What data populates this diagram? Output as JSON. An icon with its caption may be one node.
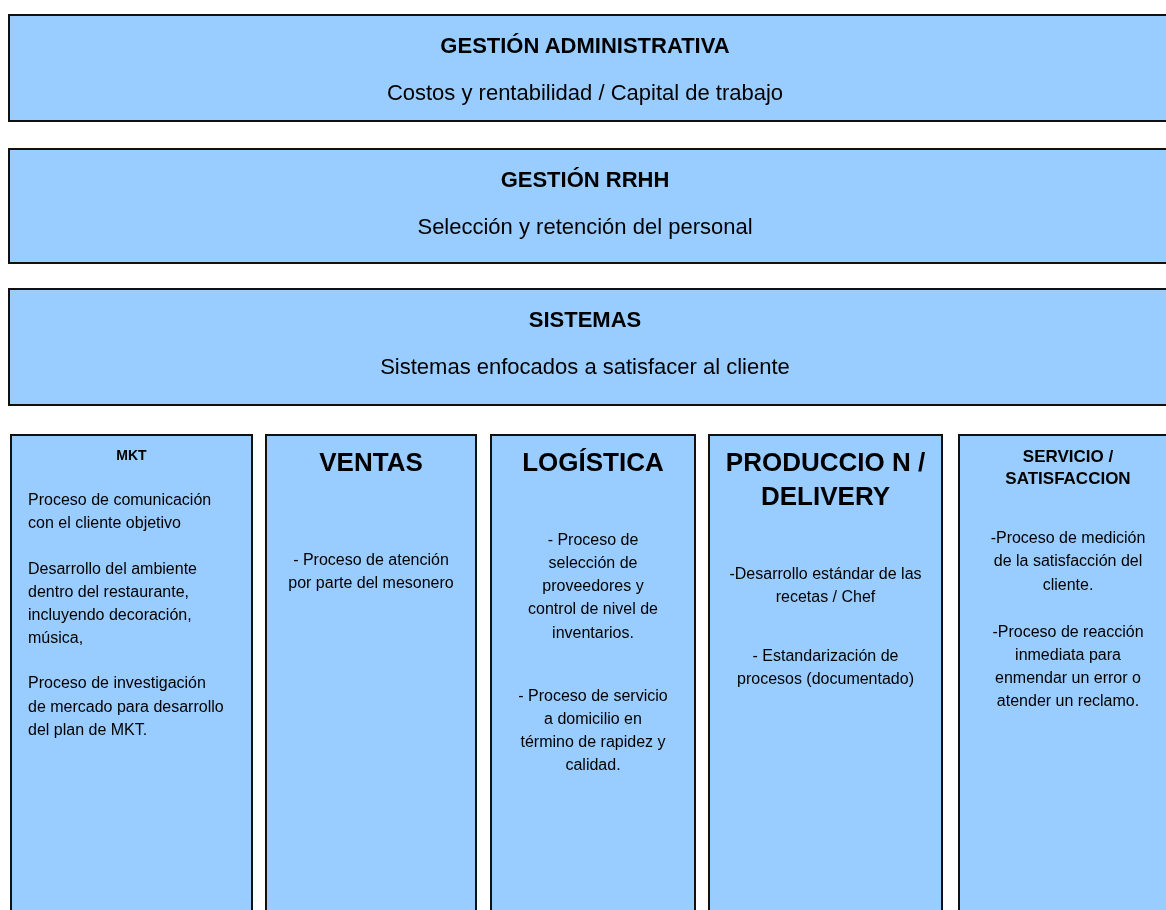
{
  "diagram": {
    "nodes": [
      {
        "text": [
          "GESTIÓN ADMINISTRATIVA",
          "Costos y rentabilidad / Capital de trabajo"
        ]
      },
      {
        "text": [
          "GESTIÓN RRHH",
          "Selección y retención del personal"
        ]
      },
      {
        "text": [
          "SISTEMAS",
          "Sistemas enfocados a satisfacer al cliente"
        ]
      },
      {
        "text": [
          "MKT",
          "Proceso de comunicación con el cliente objetivo",
          "Desarrollo del ambiente dentro del restaurante, incluyendo decoración, música,",
          "Proceso de investigación de mercado para desarrollo del plan de MKT."
        ]
      },
      {
        "text": [
          "VENTAS",
          "- Proceso de atención por parte del mesonero"
        ]
      },
      {
        "text": [
          "LOGÍSTICA",
          "- Proceso de selección de proveedores y control de nivel de inventarios.",
          "- Proceso de servicio a domicilio en término de rapidez y calidad."
        ]
      },
      {
        "text": [
          "PRODUCCIO N / DELIVERY",
          "-Desarrollo estándar de las recetas / Chef",
          "- Estandarización de procesos (documentado)"
        ]
      },
      {
        "text": [
          "SERVICIO / SATISFACCION",
          "-Proceso de medición de la satisfacción del cliente.",
          "-Proceso de reacción inmediata para enmendar un error o atender un reclamo."
        ]
      }
    ],
    "edges": []
  }
}
